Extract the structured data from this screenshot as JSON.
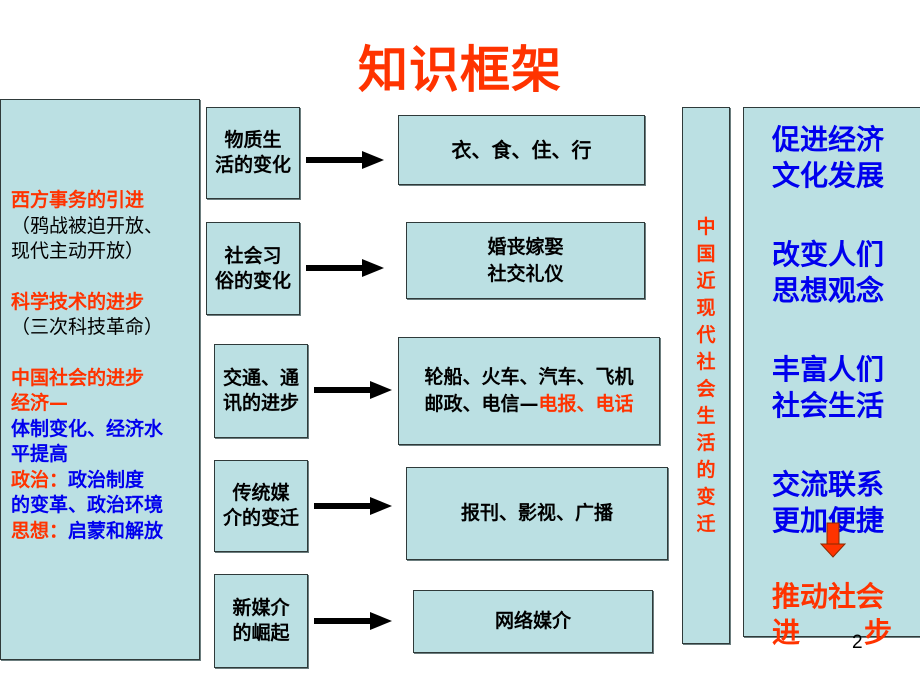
{
  "title": "知识框架",
  "left_panel": {
    "lines": [
      {
        "text": "西方事务的引进",
        "color": "red"
      },
      {
        "text": "（鸦战被迫开放、",
        "color": "black"
      },
      {
        "text": "现代主动开放）",
        "color": "black"
      },
      {
        "text": "",
        "color": "gap"
      },
      {
        "text": "科学技术的进步",
        "color": "red"
      },
      {
        "text": "（三次科技革命）",
        "color": "black"
      },
      {
        "text": "",
        "color": "gap"
      },
      {
        "text": "中国社会的进步",
        "color": "red"
      },
      {
        "text": "经济—",
        "color": "red"
      }
    ],
    "economy_detail_1": "体制变化、经济水",
    "economy_detail_2": "平提高",
    "politics_label": "政治：",
    "politics_detail_1": "政治制度",
    "politics_detail_2": "的变革、政治环境",
    "thought_label": "思想：",
    "thought_detail": "启蒙和解放"
  },
  "topics": [
    {
      "line1": "物质生",
      "line2": "活的变化"
    },
    {
      "line1": "社会习",
      "line2": "俗的变化"
    },
    {
      "line1": "交通、通",
      "line2": "讯的进步"
    },
    {
      "line1": "传统媒",
      "line2": "介的变迁"
    },
    {
      "line1": "新媒介",
      "line2": "的崛起"
    }
  ],
  "results": [
    {
      "line1": "衣、食、住、行",
      "line2": ""
    },
    {
      "line1": "婚丧嫁娶",
      "line2": "社交礼仪"
    },
    {
      "line1": "轮船、火车、汽车、飞机",
      "line2_black": "邮政、电信—",
      "line2_red": "电报、电话"
    },
    {
      "line1": "报刊、影视、广播",
      "line2": ""
    },
    {
      "line1": "网络媒介",
      "line2": ""
    }
  ],
  "vertical_label": [
    "中",
    "国",
    "近",
    "现",
    "代",
    "社",
    "会",
    "生",
    "活",
    "的",
    "变",
    "迁"
  ],
  "right_panel": {
    "items": [
      {
        "line1": "促进经济",
        "line2": "文化发展"
      },
      {
        "line1": "改变人们",
        "line2": "思想观念"
      },
      {
        "line1": "丰富人们",
        "line2": "社会生活"
      },
      {
        "line1": "交流联系",
        "line2": "更加便捷"
      }
    ],
    "conclusion_line1": "推动社会",
    "conclusion_line2_a": "进",
    "conclusion_line2_b": "步"
  },
  "page_number": "2",
  "colors": {
    "accent_red": "#ff3300",
    "blue": "#0000ee",
    "box_fill": "#bbe0e3"
  }
}
